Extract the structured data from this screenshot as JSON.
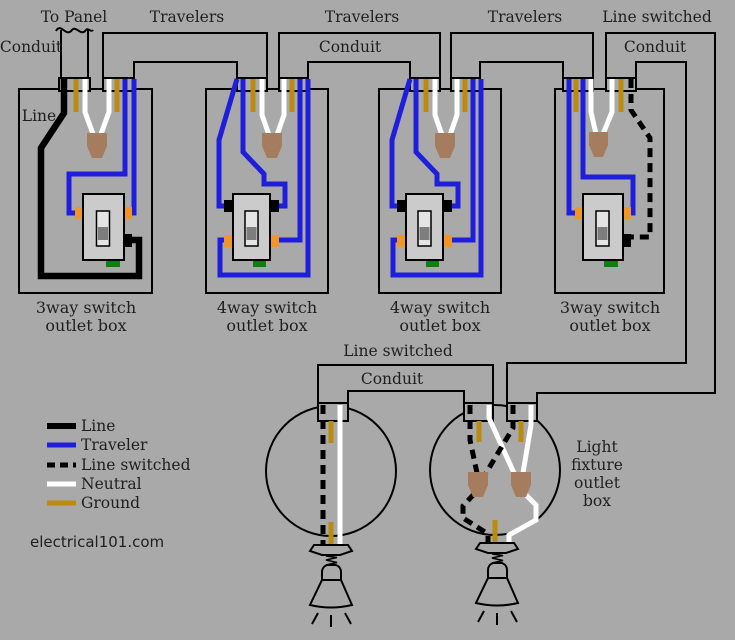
{
  "labels": {
    "to_panel": "To Panel",
    "travelers": "Travelers",
    "line_switched": "Line switched",
    "conduit": "Conduit",
    "line": "Line"
  },
  "boxes": [
    {
      "type": "3-way",
      "label_line1": "3way switch",
      "label_line2": "outlet box"
    },
    {
      "type": "4-way",
      "label_line1": "4way switch",
      "label_line2": "outlet box"
    },
    {
      "type": "4-way",
      "label_line1": "4way switch",
      "label_line2": "outlet box"
    },
    {
      "type": "3-way",
      "label_line1": "3way switch",
      "label_line2": "outlet box"
    }
  ],
  "fixture_label": [
    "Light",
    "fixture",
    "outlet",
    "box"
  ],
  "legend": {
    "items": [
      {
        "label": "Line",
        "style": "solid",
        "color": "#000000"
      },
      {
        "label": "Traveler",
        "style": "solid",
        "color": "#1e1edc"
      },
      {
        "label": "Line switched",
        "style": "dashed",
        "color": "#000000"
      },
      {
        "label": "Neutral",
        "style": "solid",
        "color": "#ffffff"
      },
      {
        "label": "Ground",
        "style": "solid",
        "color": "#bb8b10"
      }
    ],
    "site": "electrical101.com"
  },
  "colors": {
    "background": "#a9a9a9",
    "outline": "#000000",
    "line": "#000000",
    "traveler": "#1e1edc",
    "line_switched": "#000000",
    "neutral": "#ffffff",
    "ground": "#bb8b10",
    "wire_nut": "#a67c5e",
    "switch_body": "#cbcbcb",
    "toggle": "#e4e4e4",
    "toggle_band": "#7d7d7d",
    "terminal_orange": "#f09526",
    "terminal_black": "#000000",
    "terminal_green": "#0f7d0f",
    "text": "#1f1f1f"
  }
}
